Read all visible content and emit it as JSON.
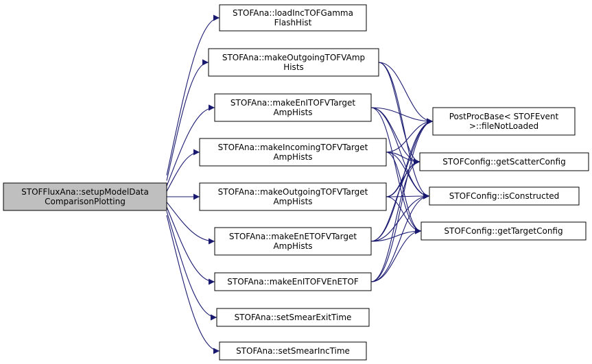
{
  "colors": {
    "edge": "#191970",
    "node_border": "#000000",
    "node_fill": "#ffffff",
    "root_fill": "#bfbfbf"
  },
  "nodes": [
    {
      "id": "root",
      "lines": [
        "STOFFluxAna::setupModelData",
        "ComparisonPlotting"
      ],
      "root": true
    },
    {
      "id": "loadInc",
      "lines": [
        "STOFAna::loadIncTOFGamma",
        "FlashHist"
      ]
    },
    {
      "id": "makeOutAmp",
      "lines": [
        "STOFAna::makeOutgoingTOFVAmp",
        "Hists"
      ]
    },
    {
      "id": "makeEnITarget",
      "lines": [
        "STOFAna::makeEnITOFVTarget",
        "AmpHists"
      ]
    },
    {
      "id": "makeIncTarget",
      "lines": [
        "STOFAna::makeIncomingTOFVTarget",
        "AmpHists"
      ]
    },
    {
      "id": "makeOutTarget",
      "lines": [
        "STOFAna::makeOutgoingTOFVTarget",
        "AmpHists"
      ]
    },
    {
      "id": "makeEnETarget",
      "lines": [
        "STOFAna::makeEnETOFVTarget",
        "AmpHists"
      ]
    },
    {
      "id": "makeEnIEnE",
      "lines": [
        "STOFAna::makeEnITOFVEnETOF"
      ]
    },
    {
      "id": "setExit",
      "lines": [
        "STOFAna::setSmearExitTime"
      ]
    },
    {
      "id": "setInc",
      "lines": [
        "STOFAna::setSmearIncTime"
      ]
    },
    {
      "id": "fileNotLoaded",
      "lines": [
        "PostProcBase< STOFEvent",
        " >::fileNotLoaded"
      ]
    },
    {
      "id": "getScatter",
      "lines": [
        "STOFConfig::getScatterConfig"
      ]
    },
    {
      "id": "isConstructed",
      "lines": [
        "STOFConfig::isConstructed"
      ]
    },
    {
      "id": "getTarget",
      "lines": [
        "STOFConfig::getTargetConfig"
      ]
    }
  ],
  "edges": [
    [
      "root",
      "loadInc"
    ],
    [
      "root",
      "makeOutAmp"
    ],
    [
      "root",
      "makeEnITarget"
    ],
    [
      "root",
      "makeIncTarget"
    ],
    [
      "root",
      "makeOutTarget"
    ],
    [
      "root",
      "makeEnETarget"
    ],
    [
      "root",
      "makeEnIEnE"
    ],
    [
      "root",
      "setExit"
    ],
    [
      "root",
      "setInc"
    ],
    [
      "makeOutAmp",
      "fileNotLoaded"
    ],
    [
      "makeOutAmp",
      "getScatter"
    ],
    [
      "makeOutAmp",
      "isConstructed"
    ],
    [
      "makeEnITarget",
      "fileNotLoaded"
    ],
    [
      "makeEnITarget",
      "getScatter"
    ],
    [
      "makeEnITarget",
      "isConstructed"
    ],
    [
      "makeEnITarget",
      "getTarget"
    ],
    [
      "makeIncTarget",
      "fileNotLoaded"
    ],
    [
      "makeIncTarget",
      "getScatter"
    ],
    [
      "makeIncTarget",
      "isConstructed"
    ],
    [
      "makeIncTarget",
      "getTarget"
    ],
    [
      "makeOutTarget",
      "fileNotLoaded"
    ],
    [
      "makeOutTarget",
      "getScatter"
    ],
    [
      "makeOutTarget",
      "isConstructed"
    ],
    [
      "makeOutTarget",
      "getTarget"
    ],
    [
      "makeEnETarget",
      "fileNotLoaded"
    ],
    [
      "makeEnETarget",
      "getScatter"
    ],
    [
      "makeEnETarget",
      "isConstructed"
    ],
    [
      "makeEnETarget",
      "getTarget"
    ],
    [
      "makeEnIEnE",
      "fileNotLoaded"
    ],
    [
      "makeEnIEnE",
      "getScatter"
    ],
    [
      "makeEnIEnE",
      "isConstructed"
    ],
    [
      "makeEnIEnE",
      "getTarget"
    ]
  ]
}
